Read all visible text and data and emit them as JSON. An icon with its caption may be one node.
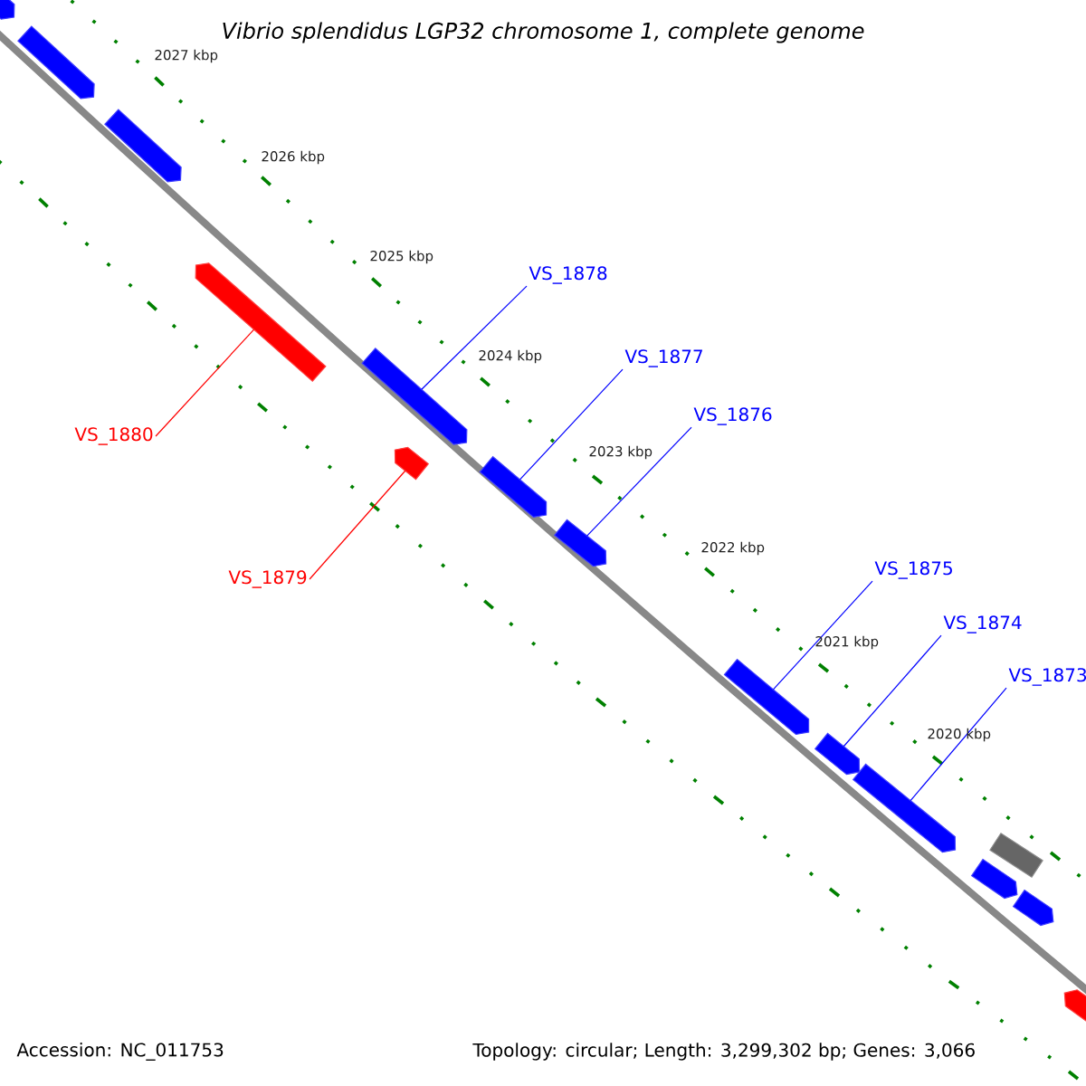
{
  "diagram": {
    "title": "Vibrio splendidus LGP32 chromosome 1, complete genome",
    "nodes": [
      {
        "text": [],
        "shape": "bar"
      },
      {
        "text": [],
        "shape": "bar"
      },
      {
        "text": [],
        "shape": "bar"
      },
      {
        "text": [],
        "shape": "bar"
      },
      {
        "text": [],
        "shape": "bar"
      },
      {
        "text": [],
        "shape": "bar"
      },
      {
        "text": [],
        "shape": "bar"
      },
      {
        "text": [],
        "shape": "bar"
      },
      {
        "text": [],
        "shape": "bar"
      },
      {
        "text": [],
        "shape": "bar"
      },
      {
        "text": [],
        "shape": "bar"
      },
      {
        "text": [],
        "shape": "box"
      },
      {
        "text": [],
        "shape": "bar"
      },
      {
        "text": [],
        "shape": "bar"
      },
      {
        "text": [],
        "shape": "bar"
      },
      {
        "text": [
          "VS_1878"
        ]
      },
      {
        "text": [
          "VS_1877"
        ]
      },
      {
        "text": [
          "VS_1876"
        ]
      },
      {
        "text": [
          "VS_1880"
        ]
      },
      {
        "text": [
          "VS_1875"
        ]
      },
      {
        "text": [
          "VS_1879"
        ]
      },
      {
        "text": [
          "VS_1874"
        ]
      },
      {
        "text": [
          "VS_1873"
        ]
      }
    ],
    "edges": [
      {
        "from": 15,
        "to": 4,
        "arrow": "none"
      },
      {
        "from": 16,
        "to": 6,
        "arrow": "none"
      },
      {
        "from": 17,
        "to": 7,
        "arrow": "none"
      },
      {
        "from": 18,
        "to": 3,
        "arrow": "none",
        "color": "#ff0000"
      },
      {
        "from": 19,
        "to": 8,
        "arrow": "none"
      },
      {
        "from": 20,
        "to": 5,
        "arrow": "none",
        "color": "#ff0000"
      },
      {
        "from": 21,
        "to": 9,
        "arrow": "none"
      },
      {
        "from": 22,
        "to": 10,
        "arrow": "none"
      }
    ],
    "labels": [
      "2027 kbp",
      "2026 kbp",
      "2025 kbp",
      "2024 kbp",
      "2023 kbp",
      "2022 kbp",
      "2021 kbp",
      "2020 kbp",
      "Accession: NC_011753",
      "Topology: circular; Length: 3,299,302 bp; Genes: 3,066"
    ]
  }
}
